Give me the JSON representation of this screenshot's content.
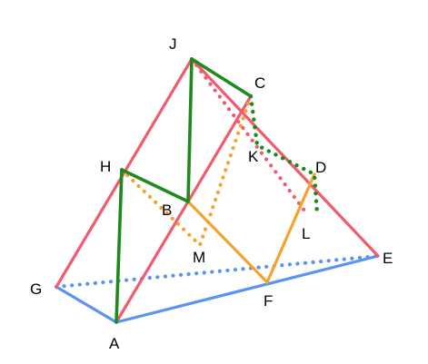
{
  "diagram": {
    "labels": {
      "J": "J",
      "C": "C",
      "H": "H",
      "K": "K",
      "D": "D",
      "B": "B",
      "L": "L",
      "M": "M",
      "E": "E",
      "G": "G",
      "F": "F",
      "A": "A"
    },
    "colors": {
      "red": "#f25a6e",
      "green": "#1e8a1e",
      "orange": "#f5a22e",
      "blue": "#5b93f0"
    }
  }
}
